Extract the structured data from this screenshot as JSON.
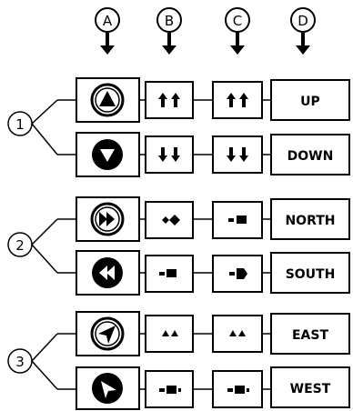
{
  "columns": [
    {
      "letter": "A"
    },
    {
      "letter": "B"
    },
    {
      "letter": "C"
    },
    {
      "letter": "D"
    }
  ],
  "groups": [
    {
      "number": "1"
    },
    {
      "number": "2"
    },
    {
      "number": "3"
    }
  ],
  "rows": [
    {
      "label": "UP",
      "icon": "up-arrow-triangle-icon",
      "b_symbol": "double-up-arrows-icon",
      "c_symbol": "double-up-arrows-icon"
    },
    {
      "label": "DOWN",
      "icon": "down-arrow-triangle-icon",
      "b_symbol": "double-down-arrows-icon",
      "c_symbol": "double-down-arrows-icon"
    },
    {
      "label": "NORTH",
      "icon": "fast-forward-icon",
      "b_symbol": "double-diamond-icon",
      "c_symbol": "dash-square-icon"
    },
    {
      "label": "SOUTH",
      "icon": "rewind-icon",
      "b_symbol": "dash-square-dash-icon",
      "c_symbol": "arrow-right-icon"
    },
    {
      "label": "EAST",
      "icon": "compass-northeast-icon",
      "b_symbol": "double-triangle-icon",
      "c_symbol": "double-triangle-icon"
    },
    {
      "label": "WEST",
      "icon": "compass-southeast-icon",
      "b_symbol": "dash-square-dash-icon",
      "c_symbol": "dash-square-dash-icon"
    }
  ]
}
